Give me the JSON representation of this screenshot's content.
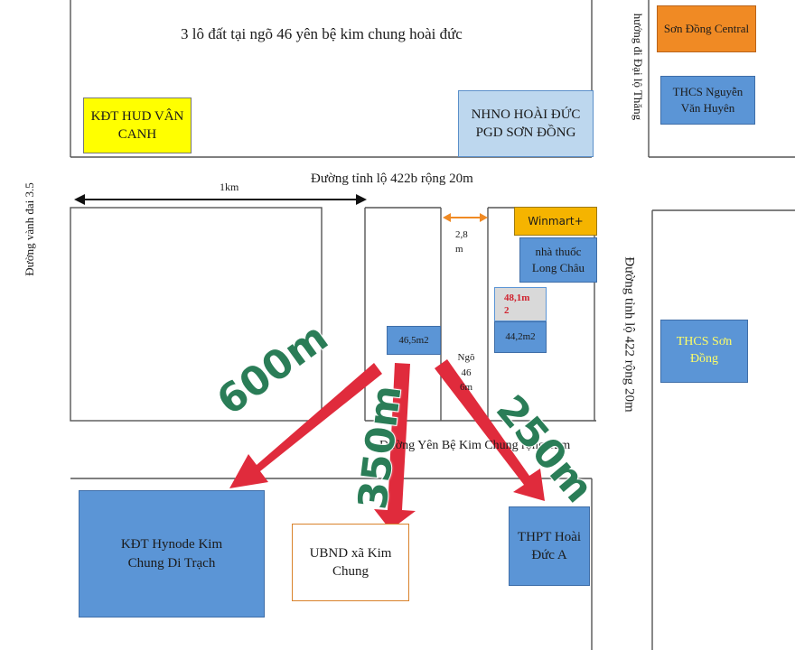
{
  "title": "3 lô đất tại ngõ 46 yên bệ kim chung hoài đức",
  "roads": {
    "top_vertical": "hướng đi Đại lộ Thăng",
    "main_horizontal": "Đường tỉnh lộ 422b rộng 20m",
    "left_vertical": "Đường vành đai 3.5",
    "right_vertical": "Đường tỉnh lộ 422 rộng 20m",
    "bottom_horizontal": "Đường Yên Bệ Kim Chung rộng 12m",
    "alley": "Ngõ 46 6m"
  },
  "measurements": {
    "scale": "1km",
    "alley_width": "2,8 m"
  },
  "places": {
    "kdt_hud": "KĐT HUD VÂN CANH",
    "nhno": "NHNO HOÀI ĐỨC PGD SƠN ĐỒNG",
    "son_dong_central": "Sơn Đồng Central",
    "thcs_nguyen": "THCS Nguyễn Văn Huyên",
    "winmart": "Winmart+",
    "long_chau": "nhà thuốc Long Châu",
    "thcs_son_dong": "THCS Sơn Đồng",
    "kdt_hynode": "KĐT Hynode Kim Chung Di Trạch",
    "ubnd": "UBND xã Kim Chung",
    "thpt": "THPT Hoài Đức A"
  },
  "lots": {
    "lot_a": "46,5m2",
    "lot_b": "48,1m 2",
    "lot_c": "44,2m2"
  },
  "distances": {
    "d1": "600m",
    "d2": "350m",
    "d3": "250m"
  },
  "colors": {
    "blue_box": "#5b95d6",
    "yellow_box": "#ffff00",
    "orange_box": "#f08a24",
    "light_blue_box": "#bdd7ee",
    "winmart": "#f5b400",
    "red_arrow": "#e02b3c",
    "green_text": "#2a7d57"
  }
}
